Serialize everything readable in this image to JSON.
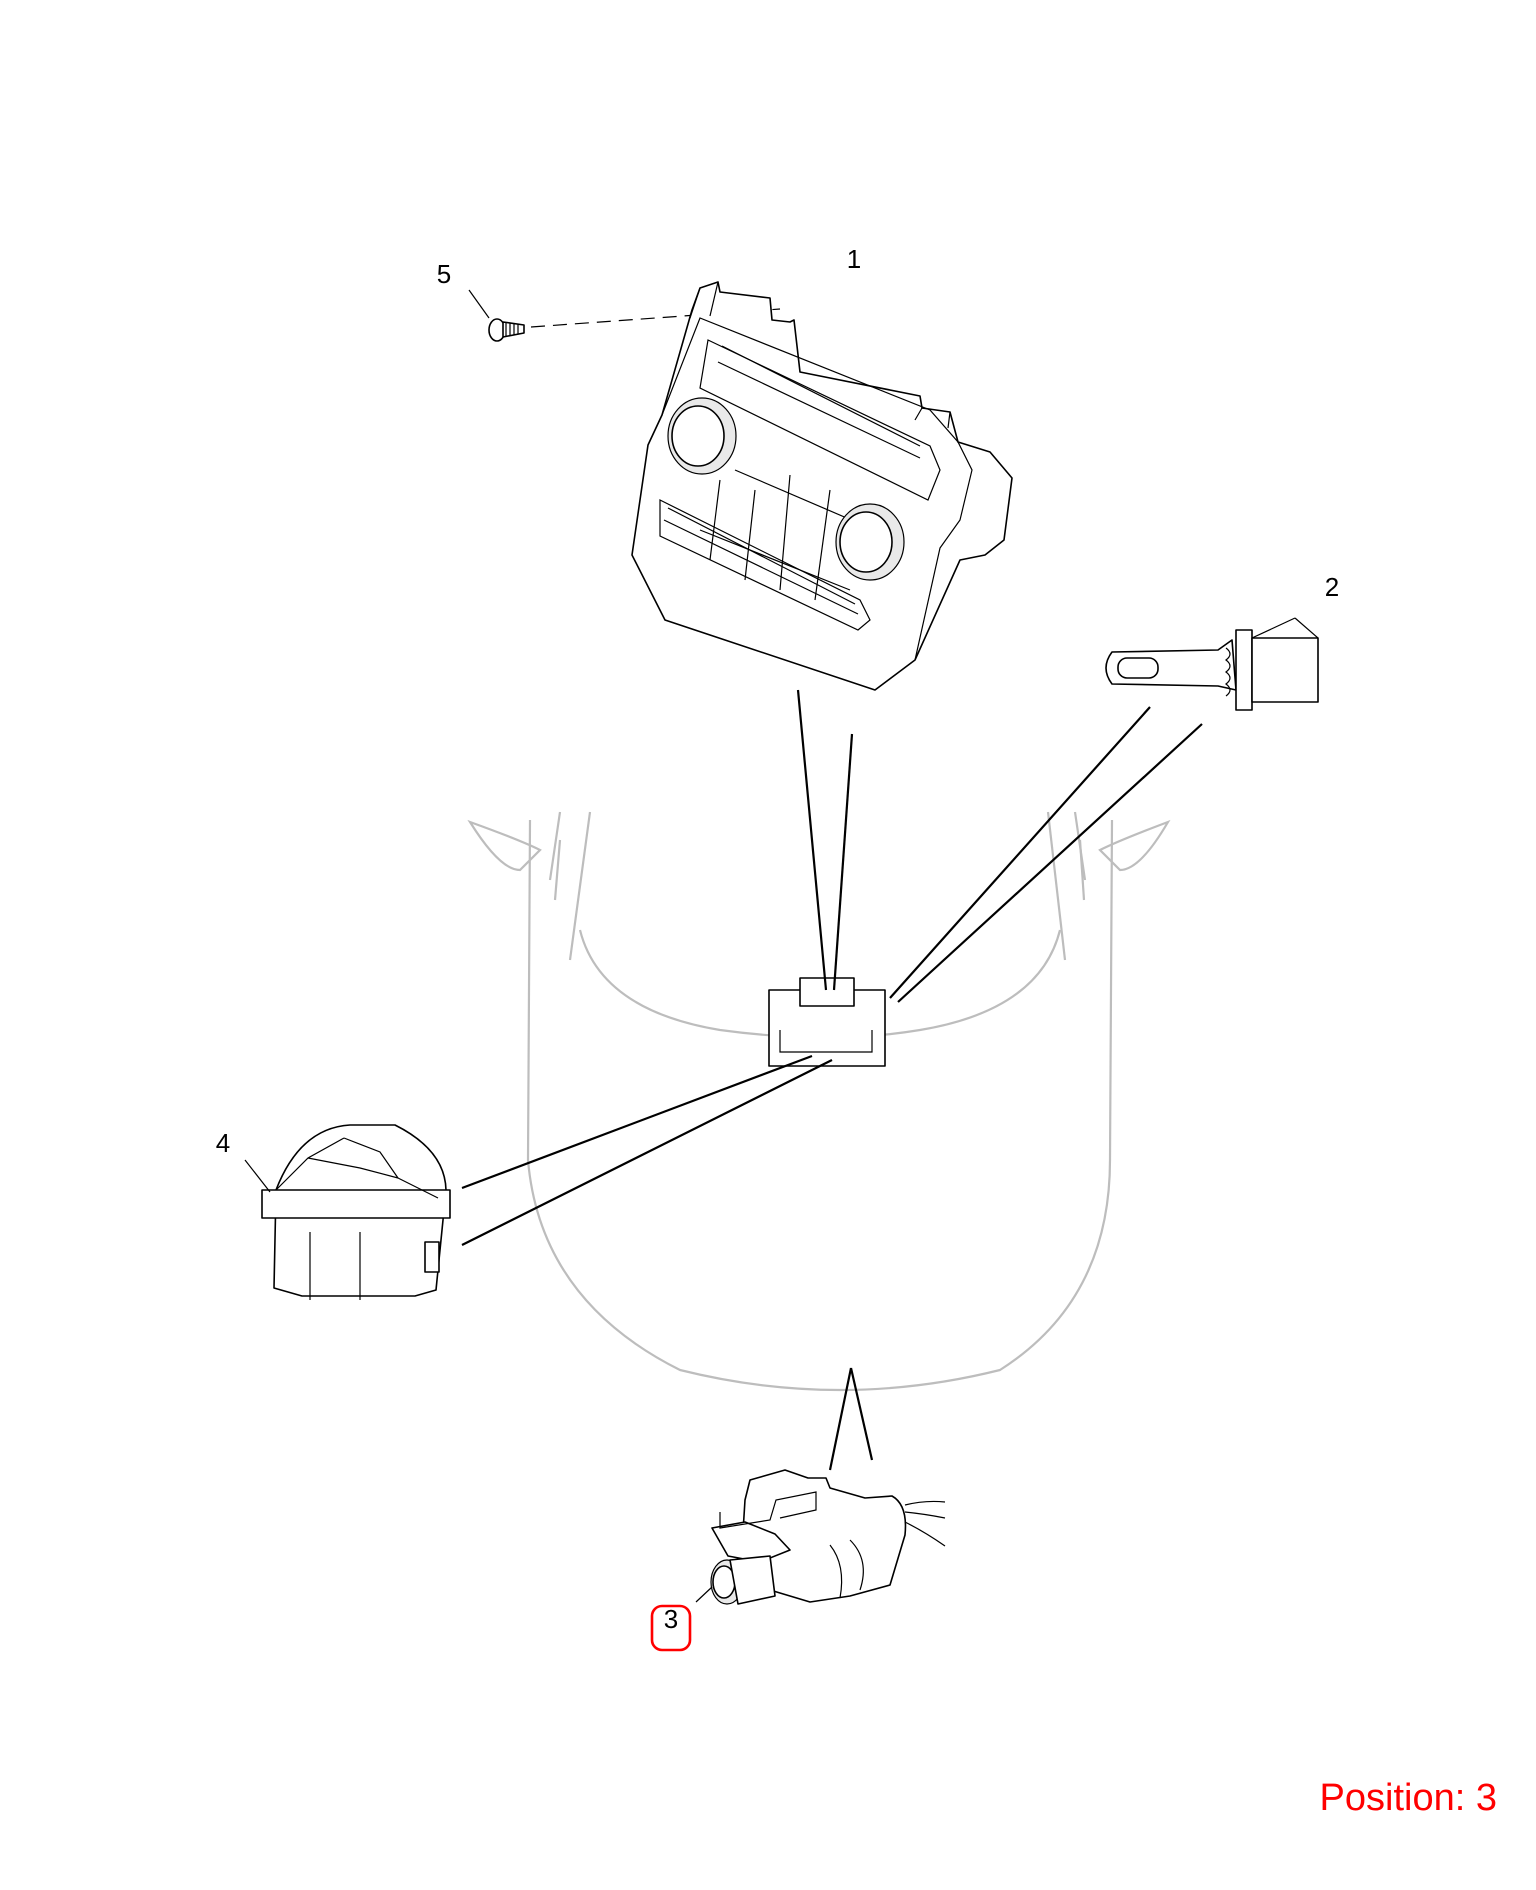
{
  "diagram": {
    "callouts": [
      {
        "id": "1",
        "label": "1"
      },
      {
        "id": "2",
        "label": "2"
      },
      {
        "id": "3",
        "label": "3"
      },
      {
        "id": "4",
        "label": "4"
      },
      {
        "id": "5",
        "label": "5"
      }
    ],
    "highlighted_callout": "3",
    "position_label": "Position: 3",
    "colors": {
      "highlight": "#ff0000",
      "vehicle_outline": "#bdbdbd",
      "line": "#000000"
    }
  }
}
